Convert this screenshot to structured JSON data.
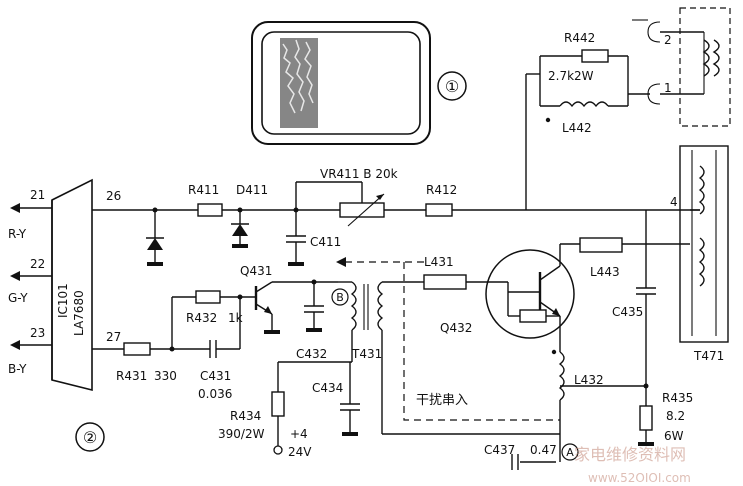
{
  "figure": {
    "markers": {
      "one": "①",
      "two": "②",
      "A": "A",
      "B": "B"
    },
    "ic": {
      "ref": "IC101",
      "part": "LA7680",
      "pins": [
        "21",
        "22",
        "23",
        "26",
        "27"
      ],
      "outputs": [
        "R-Y",
        "G-Y",
        "B-Y"
      ]
    },
    "components": {
      "R411": "R411",
      "D411": "D411",
      "VR411": "VR411 B 20k",
      "R412": "R412",
      "C411": "C411",
      "Q431": "Q431",
      "R432": "R432",
      "R432_val": "1k",
      "R431": "R431",
      "R431_val": "330",
      "C431": "C431",
      "C431_val": "0.036",
      "R434": "R434",
      "R434_val": "390/2W",
      "supply": "+4",
      "supply_v": "24V",
      "C432": "C432",
      "T431": "T431",
      "C434": "C434",
      "L431": "L431",
      "Q432": "Q432",
      "L443": "L443",
      "L432": "L432",
      "C435": "C435",
      "R435": "R435",
      "R435_val": "8.2",
      "R435_p": "6W",
      "C437": "C437",
      "C437_val": "0.47",
      "T471": "T471",
      "R442": "R442",
      "R442_val": "2.7k2W",
      "L442": "L442",
      "pin2": "2",
      "pin1": "1",
      "pin4": "4"
    },
    "interference_label": "干扰串入",
    "watermark": {
      "cn": "家电维修资料网",
      "url": "www.52OIOI.com"
    }
  }
}
